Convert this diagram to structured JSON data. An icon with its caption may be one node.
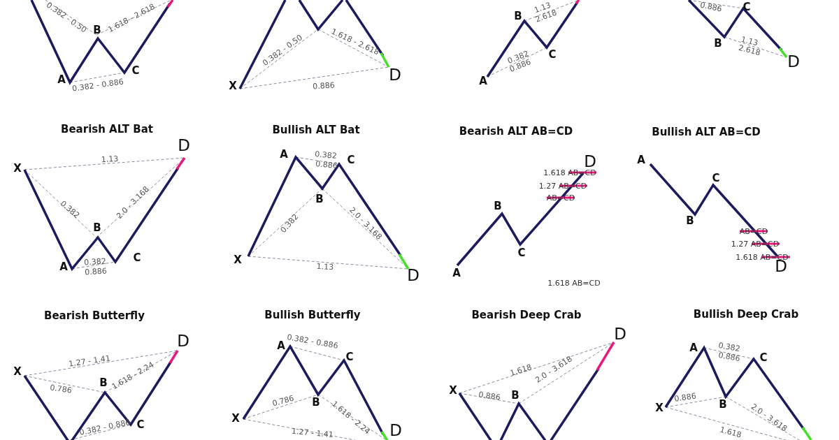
{
  "diagram": {
    "labels": [
      "0.382 - 0.50",
      "1.618 - 2.618",
      "B",
      "C",
      "A",
      "0.382 - 0.886",
      "0.382 - 0.50",
      "1.618 - 2.618",
      "X",
      "0.886",
      "D",
      "1.13",
      "2.618",
      "B",
      "C",
      "0.382",
      "0.886",
      "A",
      "0.886",
      "C",
      "B",
      "1.13",
      "2.618",
      "D",
      "Bearish ALT Bat",
      "D",
      "X",
      "1.13",
      "0.382",
      "2.0 - 3.168",
      "B",
      "A",
      "0.382",
      "0.886",
      "C",
      "Bullish ALT Bat",
      "A",
      "0.382",
      "0.886",
      "C",
      "B",
      "0.382",
      "2.0 - 3.168",
      "X",
      "1.13",
      "D",
      "Bearish ALT AB=CD",
      "D",
      "1.618 AB=CD",
      "1.27 AB=CD",
      "AB=CD",
      "B",
      "C",
      "A",
      "1.618 AB=CD",
      "Bullish ALT AB=CD",
      "A",
      "C",
      "B",
      "AB=CD",
      "1.27 AB=CD",
      "1.618 AB=CD",
      "D",
      "Bearish Butterfly",
      "D",
      "1.27 - 1.41",
      "X",
      "0.786",
      "B",
      "1.618 - 2.24",
      "C",
      "0.382 - 0.886",
      "Bullish Butterfly",
      "A",
      "0.382 - 0.886",
      "C",
      "0.786",
      "B",
      "X",
      "1.618 - 2.24",
      "1.27 - 1.41",
      "D",
      "Bearish Deep Crab",
      "D",
      "1.618",
      "2.0 - 3.618",
      "X",
      "0.886",
      "B",
      "Bullish Deep Crab",
      "A",
      "0.382",
      "0.886",
      "C",
      "X",
      "0.886",
      "B",
      "2.0 - 3.618",
      "1.618"
    ]
  }
}
